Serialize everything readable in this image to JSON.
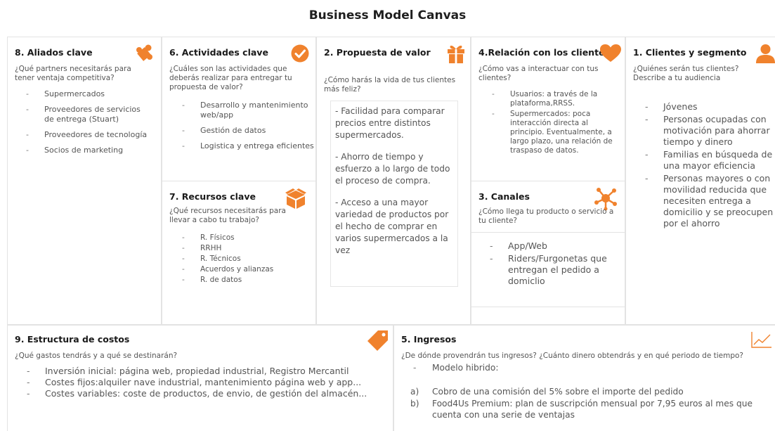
{
  "title": "Business Model Canvas",
  "colors": {
    "accent": "#f0822d",
    "border": "#e3e3e3",
    "text": "#555555"
  },
  "aliados": {
    "heading": "8. Aliados clave",
    "question": "¿Qué partners necesitarás para tener ventaja competitiva?",
    "icon": "puzzle-icon",
    "items": [
      "Supermercados",
      "Proveedores de servicios de entrega (Stuart)",
      "Proveedores de tecnología",
      "Socios de marketing"
    ]
  },
  "actividades": {
    "heading": "6. Actividades clave",
    "question": "¿Cuáles son las actividades que deberás realizar para entregar tu propuesta de valor?",
    "icon": "checkmark-icon",
    "items": [
      "Desarrollo y mantenimiento web/app",
      "Gestión de datos",
      "Logistica y entrega eficientes"
    ]
  },
  "recursos": {
    "heading": "7. Recursos clave",
    "question": "¿Qué recursos necesitarás para llevar a cabo tu trabajo?",
    "icon": "box-icon",
    "items": [
      "R. Físicos",
      "RRHH",
      "R. Técnicos",
      "Acuerdos y alianzas",
      "R. de datos"
    ]
  },
  "propuesta": {
    "heading": "2. Propuesta de valor",
    "question": "¿Cómo harás la vida de tus clientes más feliz?",
    "icon": "gift-icon",
    "paragraphs": [
      "- Facilidad para comparar precios entre distintos supermercados.",
      "- Ahorro de tiempo y esfuerzo a lo largo de todo el proceso de compra.",
      " - Acceso a una mayor variedad de productos por el hecho de comprar en varios supermercados a la vez"
    ]
  },
  "relacion": {
    "heading": "4.Relación con los clientes",
    "question": "¿Cómo vas a interactuar con tus clientes?",
    "icon": "heart-icon",
    "items": [
      "Usuarios: a través de la plataforma,RRSS.",
      "Supermercados: poca interacción directa al principio. Eventualmente, a largo plazo, una relación de traspaso de datos."
    ]
  },
  "canales": {
    "heading": "3. Canales",
    "question": "¿Cómo llega tu producto o servicio a tu cliente?",
    "icon": "network-icon",
    "items": [
      "App/Web",
      "Riders/Furgonetas que entregan el pedido a domiclio"
    ]
  },
  "clientes": {
    "heading": "1. Clientes y segmento",
    "question": "¿Quiénes serán tus clientes? Describe a tu audiencia",
    "icon": "user-icon",
    "items": [
      "Jóvenes",
      "Personas ocupadas con motivación para ahorrar tiempo y dinero",
      "Familias en búsqueda de una mayor eficiencia",
      "Personas mayores o con movilidad reducida que necesiten entrega a domicilio y se preocupen por el ahorro"
    ]
  },
  "costos": {
    "heading": "9. Estructura de costos",
    "question": "¿Qué gastos tendrás y a qué se destinarán?",
    "icon": "tag-icon",
    "items": [
      "Inversión inicial:  página web, propiedad industrial, Registro Mercantil",
      "Costes fijos:alquiler nave industrial, mantenimiento página web y app...",
      "Costes variables: coste de productos, de envio, de gestión del almacén..."
    ]
  },
  "ingresos": {
    "heading": "5. Ingresos",
    "question": "¿De dónde provendrán tus ingresos? ¿Cuánto dinero obtendrás y en qué periodo de tiempo?",
    "icon": "line-chart-icon",
    "model": "Modelo hibrido:",
    "options": [
      {
        "marker": "a)",
        "text": "Cobro de una comisión del 5% sobre el importe del pedido"
      },
      {
        "marker": "b)",
        "text": "Food4Us Premium: plan de suscripción mensual por 7,95 euros al mes que cuenta con una serie de ventajas"
      }
    ]
  }
}
